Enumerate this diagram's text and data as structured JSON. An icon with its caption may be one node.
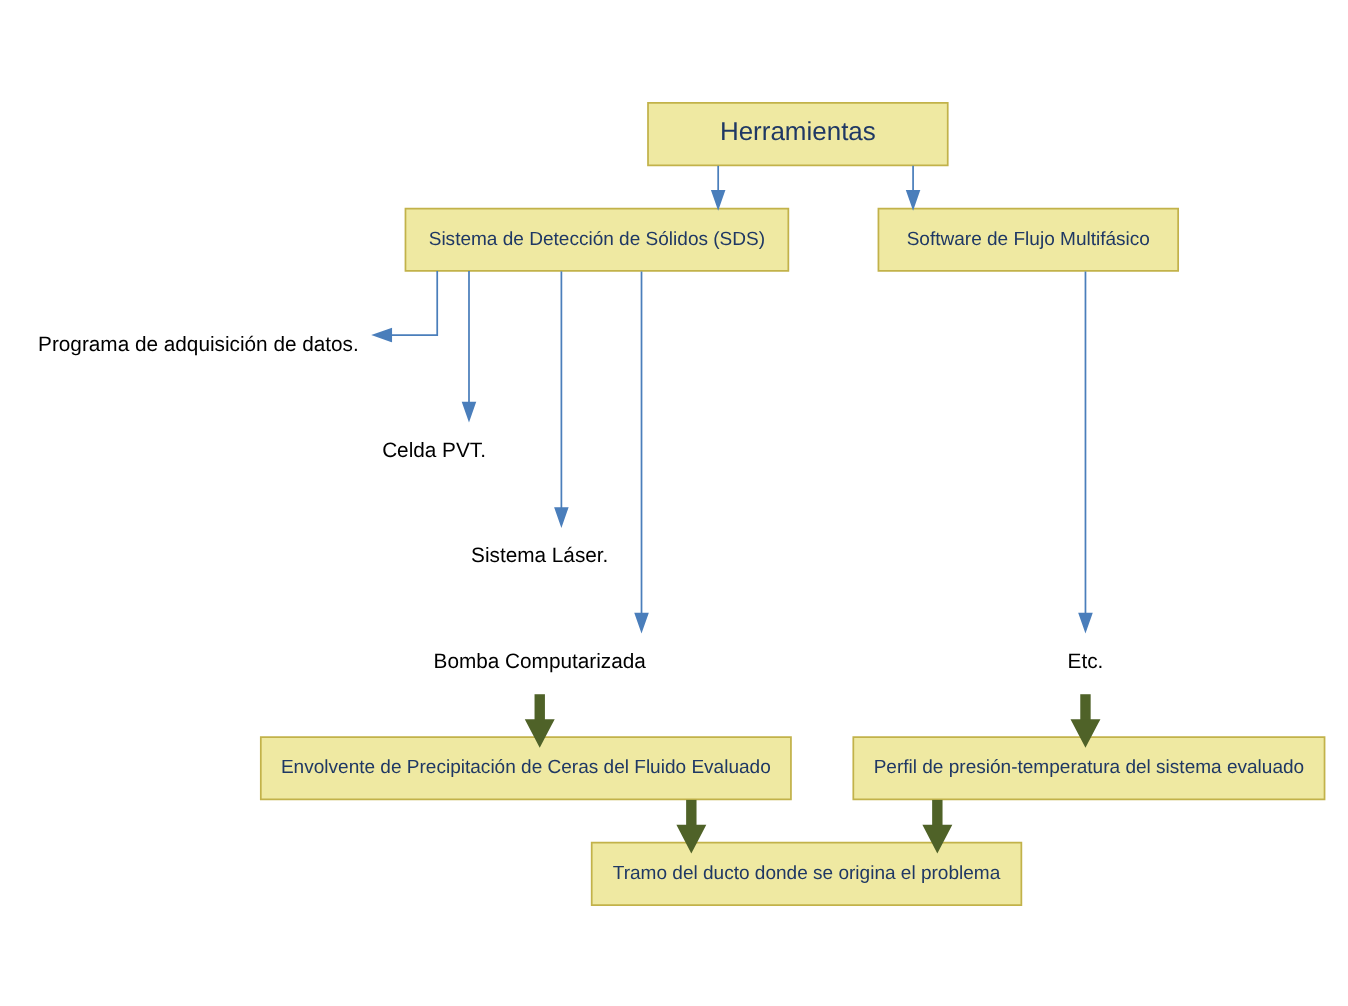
{
  "diagram": {
    "nodes": [
      {
        "text": [
          "Herramientas"
        ]
      },
      {
        "text": [
          "Sistema de Detección de Sólidos (SDS)"
        ]
      },
      {
        "text": [
          "Software de Flujo Multifásico"
        ]
      },
      {
        "text": [
          "Programa de adquisición de datos."
        ]
      },
      {
        "text": [
          "Celda PVT."
        ]
      },
      {
        "text": [
          "Sistema Láser."
        ]
      },
      {
        "text": [
          "Bomba Computarizada"
        ]
      },
      {
        "text": [
          "Etc."
        ]
      },
      {
        "text": [
          "Envolvente de Precipitación de Ceras del Fluido Evaluado"
        ]
      },
      {
        "text": [
          "Perfil de presión-temperatura del sistema evaluado"
        ]
      },
      {
        "text": [
          "Tramo del ducto donde se origina el problema"
        ]
      }
    ],
    "edges": [
      {
        "from": 0,
        "to": 1,
        "arrow": "to"
      },
      {
        "from": 0,
        "to": 2,
        "arrow": "to"
      },
      {
        "from": 1,
        "to": 3,
        "arrow": "to"
      },
      {
        "from": 1,
        "to": 4,
        "arrow": "to"
      },
      {
        "from": 1,
        "to": 5,
        "arrow": "to"
      },
      {
        "from": 1,
        "to": 6,
        "arrow": "to"
      },
      {
        "from": 2,
        "to": 7,
        "arrow": "to"
      },
      {
        "from": 6,
        "to": 8,
        "arrow": "to",
        "style": "thick",
        "color": "#4f6228"
      },
      {
        "from": 7,
        "to": 9,
        "arrow": "to",
        "style": "thick",
        "color": "#4f6228"
      },
      {
        "from": 8,
        "to": 10,
        "arrow": "to",
        "style": "thick",
        "color": "#4f6228"
      },
      {
        "from": 9,
        "to": 10,
        "arrow": "to",
        "style": "thick",
        "color": "#4f6228"
      }
    ]
  }
}
